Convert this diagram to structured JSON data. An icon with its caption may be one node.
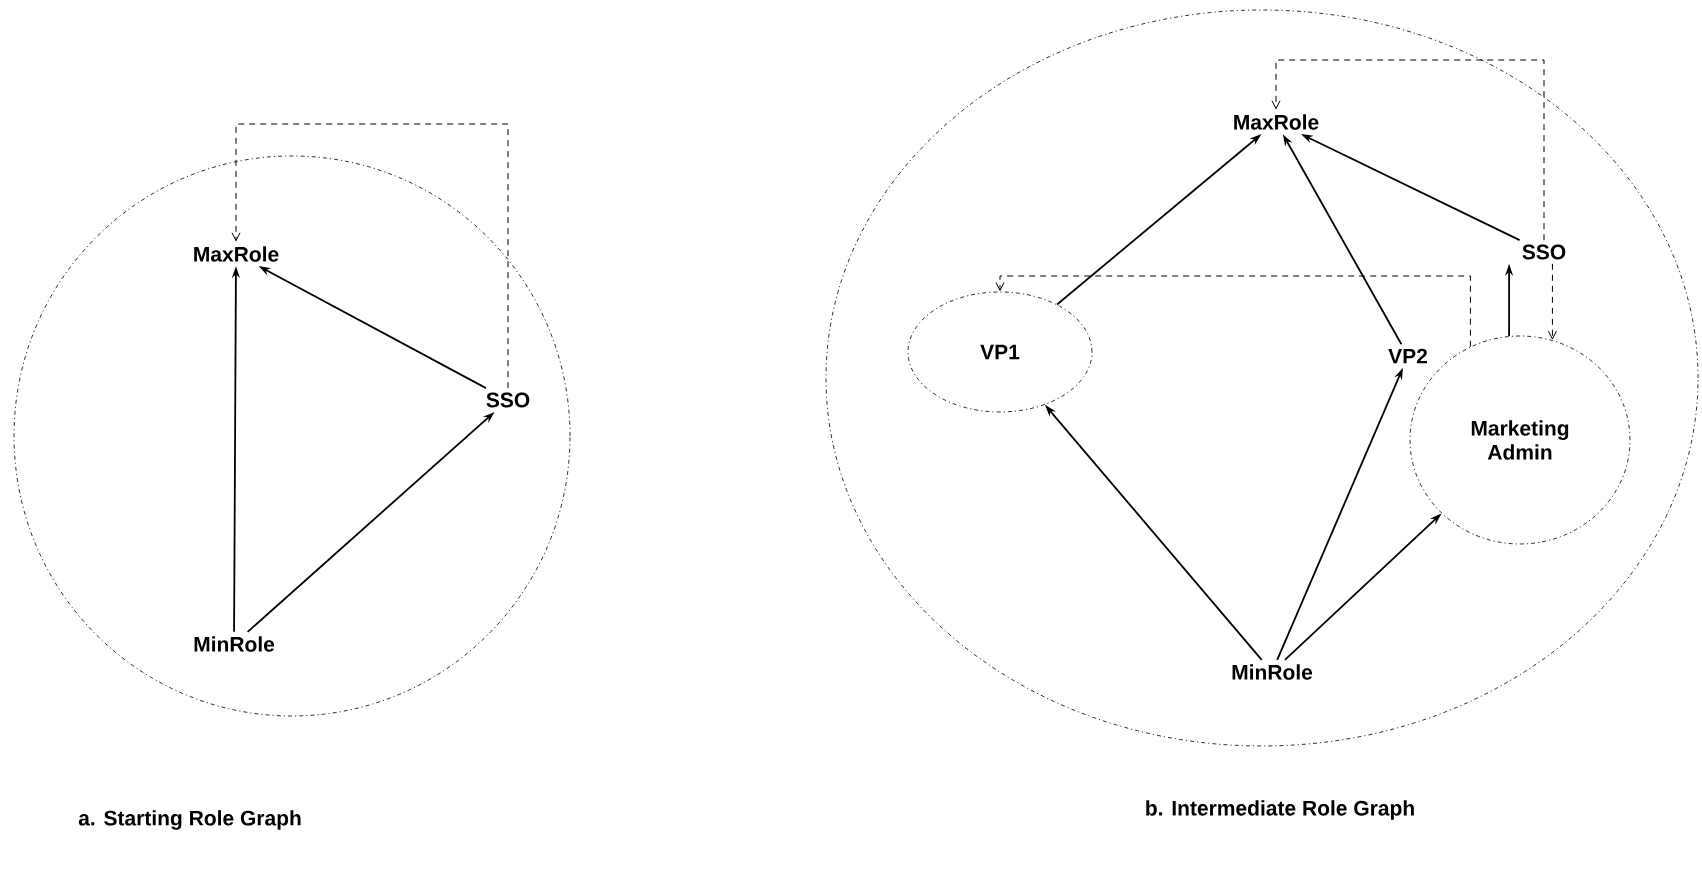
{
  "diagram": {
    "nodes": [
      {
        "text": [],
        "shape": "circle"
      },
      {
        "text": [
          "MaxRole"
        ],
        "in": 0
      },
      {
        "text": [
          "SSO"
        ],
        "in": 0
      },
      {
        "text": [
          "MinRole"
        ],
        "in": 0
      },
      {
        "text": [],
        "shape": "circle"
      },
      {
        "text": [
          "MaxRole"
        ],
        "in": 4
      },
      {
        "text": [
          "SSO"
        ],
        "in": 4
      },
      {
        "text": [
          "VP1"
        ],
        "in": 4
      },
      {
        "text": [
          "VP2"
        ],
        "in": 4
      },
      {
        "text": [
          "Marketing Admin"
        ],
        "in": 4
      },
      {
        "text": [
          "MinRole"
        ],
        "in": 4
      }
    ],
    "edges": [
      {
        "from": 3,
        "to": 1,
        "arrow": "to"
      },
      {
        "from": 2,
        "to": 1,
        "arrow": "to"
      },
      {
        "from": 3,
        "to": 2,
        "arrow": "to"
      },
      {
        "from": 2,
        "to": 1,
        "arrow": "to",
        "style": "dashed"
      },
      {
        "from": 7,
        "to": 5,
        "arrow": "to"
      },
      {
        "from": 8,
        "to": 5,
        "arrow": "to"
      },
      {
        "from": 6,
        "to": 5,
        "arrow": "to"
      },
      {
        "from": 6,
        "to": 5,
        "arrow": "to",
        "style": "dashed"
      },
      {
        "from": 10,
        "to": 7,
        "arrow": "to"
      },
      {
        "from": 10,
        "to": 8,
        "arrow": "to"
      },
      {
        "from": 10,
        "to": 9,
        "arrow": "to"
      },
      {
        "from": 9,
        "to": 6,
        "arrow": "to"
      },
      {
        "from": 6,
        "to": 9,
        "arrow": "to",
        "style": "dashed"
      },
      {
        "from": 9,
        "to": 7,
        "arrow": "to",
        "style": "dashed"
      }
    ],
    "labels": [
      "a. Starting Role Graph",
      "b. Intermediate Role Graph"
    ]
  }
}
